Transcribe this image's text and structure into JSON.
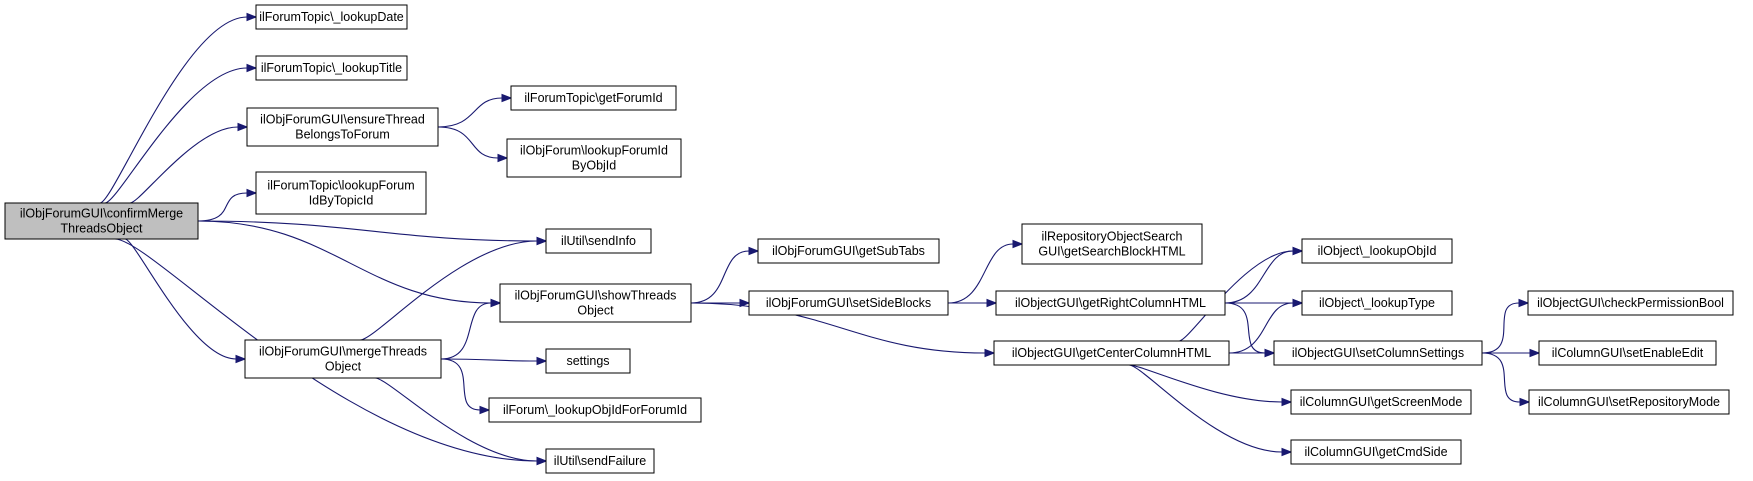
{
  "nodes": [
    {
      "id": "confirm",
      "lines": [
        "ilObjForumGUI\\confirmMerge",
        "ThreadsObject"
      ],
      "root": true
    },
    {
      "id": "lookupDate",
      "lines": [
        "ilForumTopic\\_lookupDate"
      ]
    },
    {
      "id": "lookupTitle",
      "lines": [
        "ilForumTopic\\_lookupTitle"
      ]
    },
    {
      "id": "ensure",
      "lines": [
        "ilObjForumGUI\\ensureThread",
        "BelongsToForum"
      ]
    },
    {
      "id": "lookupForumId",
      "lines": [
        "ilForumTopic\\lookupForum",
        "IdByTopicId"
      ]
    },
    {
      "id": "sendInfo",
      "lines": [
        "ilUtil\\sendInfo"
      ]
    },
    {
      "id": "showThreads",
      "lines": [
        "ilObjForumGUI\\showThreads",
        "Object"
      ]
    },
    {
      "id": "merge",
      "lines": [
        "ilObjForumGUI\\mergeThreads",
        "Object"
      ]
    },
    {
      "id": "settings",
      "lines": [
        "settings"
      ]
    },
    {
      "id": "lookupObjIdForForum",
      "lines": [
        "ilForum\\_lookupObjIdForForumId"
      ]
    },
    {
      "id": "sendFailure",
      "lines": [
        "ilUtil\\sendFailure"
      ]
    },
    {
      "id": "getForumId",
      "lines": [
        "ilForumTopic\\getForumId"
      ]
    },
    {
      "id": "lookupForumIdByObj",
      "lines": [
        "ilObjForum\\lookupForumId",
        "ByObjId"
      ]
    },
    {
      "id": "getSubTabs",
      "lines": [
        "ilObjForumGUI\\getSubTabs"
      ]
    },
    {
      "id": "setSideBlocks",
      "lines": [
        "ilObjForumGUI\\setSideBlocks"
      ]
    },
    {
      "id": "repoSearch",
      "lines": [
        "ilRepositoryObjectSearch",
        "GUI\\getSearchBlockHTML"
      ]
    },
    {
      "id": "rightCol",
      "lines": [
        "ilObjectGUI\\getRightColumnHTML"
      ]
    },
    {
      "id": "centerCol",
      "lines": [
        "ilObjectGUI\\getCenterColumnHTML"
      ]
    },
    {
      "id": "lookupObjId",
      "lines": [
        "ilObject\\_lookupObjId"
      ]
    },
    {
      "id": "lookupType",
      "lines": [
        "ilObject\\_lookupType"
      ]
    },
    {
      "id": "setColSettings",
      "lines": [
        "ilObjectGUI\\setColumnSettings"
      ]
    },
    {
      "id": "screenMode",
      "lines": [
        "ilColumnGUI\\getScreenMode"
      ]
    },
    {
      "id": "cmdSide",
      "lines": [
        "ilColumnGUI\\getCmdSide"
      ]
    },
    {
      "id": "checkPerm",
      "lines": [
        "ilObjectGUI\\checkPermissionBool"
      ]
    },
    {
      "id": "setEnableEdit",
      "lines": [
        "ilColumnGUI\\setEnableEdit"
      ]
    },
    {
      "id": "setRepoMode",
      "lines": [
        "ilColumnGUI\\setRepositoryMode"
      ]
    }
  ],
  "edges": [
    [
      "confirm",
      "lookupDate"
    ],
    [
      "confirm",
      "lookupTitle"
    ],
    [
      "confirm",
      "ensure"
    ],
    [
      "confirm",
      "lookupForumId"
    ],
    [
      "confirm",
      "sendInfo"
    ],
    [
      "confirm",
      "showThreads"
    ],
    [
      "confirm",
      "merge"
    ],
    [
      "confirm",
      "sendFailure"
    ],
    [
      "ensure",
      "getForumId"
    ],
    [
      "ensure",
      "lookupForumIdByObj"
    ],
    [
      "merge",
      "sendInfo"
    ],
    [
      "merge",
      "showThreads"
    ],
    [
      "merge",
      "settings"
    ],
    [
      "merge",
      "lookupObjIdForForum"
    ],
    [
      "merge",
      "sendFailure"
    ],
    [
      "showThreads",
      "getSubTabs"
    ],
    [
      "showThreads",
      "setSideBlocks"
    ],
    [
      "showThreads",
      "centerCol"
    ],
    [
      "setSideBlocks",
      "repoSearch"
    ],
    [
      "setSideBlocks",
      "rightCol"
    ],
    [
      "rightCol",
      "lookupObjId"
    ],
    [
      "rightCol",
      "lookupType"
    ],
    [
      "rightCol",
      "setColSettings"
    ],
    [
      "centerCol",
      "lookupObjId"
    ],
    [
      "centerCol",
      "lookupType"
    ],
    [
      "centerCol",
      "setColSettings"
    ],
    [
      "centerCol",
      "screenMode"
    ],
    [
      "centerCol",
      "cmdSide"
    ],
    [
      "setColSettings",
      "checkPerm"
    ],
    [
      "setColSettings",
      "setEnableEdit"
    ],
    [
      "setColSettings",
      "setRepoMode"
    ]
  ],
  "colors": {
    "edge": "#191970",
    "root_fill": "#bfbfbf",
    "node_fill": "#ffffff",
    "border": "#000000"
  }
}
